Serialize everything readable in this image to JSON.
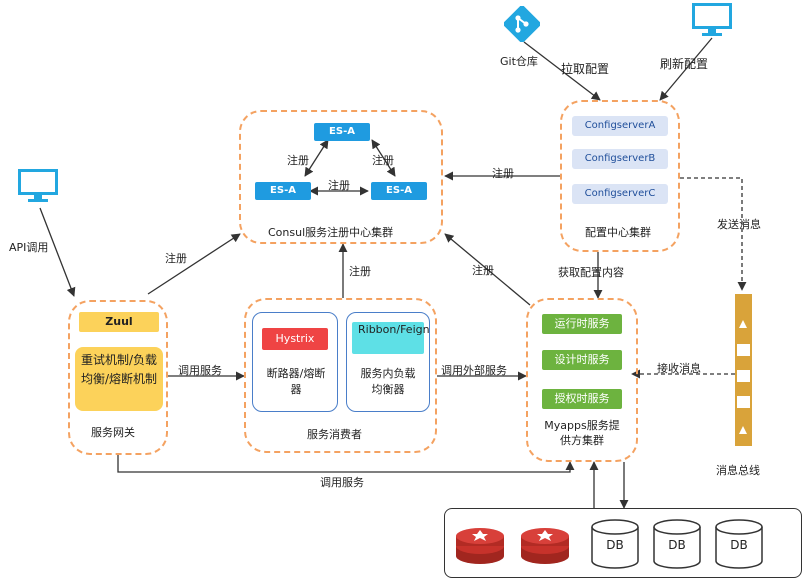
{
  "top_icons": {
    "git_label": "Git仓库",
    "pull_config": "拉取配置",
    "refresh_config": "刷新配置"
  },
  "consul": {
    "nodes": [
      "ES-A",
      "ES-A",
      "ES-A"
    ],
    "edge_labels": [
      "注册",
      "注册",
      "注册"
    ],
    "title": "Consul服务注册中心集群"
  },
  "config_cluster": {
    "servers": [
      "ConfigserverA",
      "ConfigserverB",
      "ConfigserverC"
    ],
    "title": "配置中心集群"
  },
  "gateway": {
    "api_call": "API调用",
    "zuul": "Zuul",
    "features": "重试机制/负载均衡/熔断机制",
    "title": "服务网关"
  },
  "consumer": {
    "hystrix": "Hystrix",
    "ribbon": "Ribbon/Feign",
    "hystrix_desc": "断路器/熔断器",
    "ribbon_desc": "服务内负载均衡器",
    "title": "服务消费者"
  },
  "provider": {
    "services": [
      "运行时服务",
      "设计时服务",
      "授权时服务"
    ],
    "title": "Myapps服务提供方集群"
  },
  "bus": {
    "title": "消息总线"
  },
  "edges": {
    "register_gateway": "注册",
    "register_consumer": "注册",
    "register_provider": "注册",
    "register_config": "注册",
    "fetch_config": "获取配置内容",
    "send_msg": "发送消息",
    "recv_msg": "接收消息",
    "call_service1": "调用服务",
    "call_external": "调用外部服务",
    "call_service2": "调用服务"
  },
  "storage": {
    "db_labels": [
      "DB",
      "DB",
      "DB"
    ]
  },
  "colors": {
    "dashed_border": "#f4a261",
    "es_node": "#1f9be0",
    "hystrix": "#ef4444",
    "ribbon": "#5ee0e6",
    "zuul": "#fcd25a",
    "service": "#6db33f",
    "bus": "#d9a33a",
    "redis": "#c7322b",
    "monitor": "#22a7e0"
  }
}
